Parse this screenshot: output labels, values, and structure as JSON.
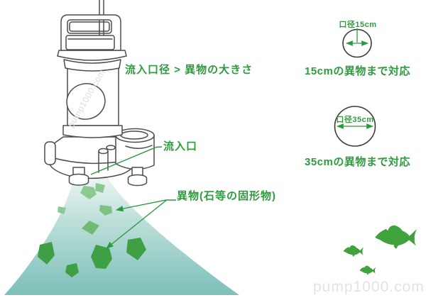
{
  "diagram": {
    "rule_label": "流入口径 > 異物の大きさ",
    "inlet_label": "流入口",
    "debris_label": "異物(石等の固形物)"
  },
  "capabilities": [
    {
      "diameter_label": "口径15cm",
      "caption": "15cmの異物まで対応"
    },
    {
      "diameter_label": "口径35cm",
      "caption": "35cmの異物まで対応"
    }
  ],
  "watermark": "pump1000.com",
  "colors": {
    "label_green": "#2f9b3f",
    "leader_green": "#2b9a3e",
    "debris_light": "#8cc88f",
    "debris_medium": "#72b975",
    "debris_dark": "#3f9f45",
    "fish_green": "#3fa23c",
    "cone_top": "#ecf6f3",
    "cone_bottom": "#7dbfba",
    "outline_gray": "#4d4d4d",
    "circle_gray": "#3b3b3b",
    "watermark_gray": "#e3e3e3"
  }
}
